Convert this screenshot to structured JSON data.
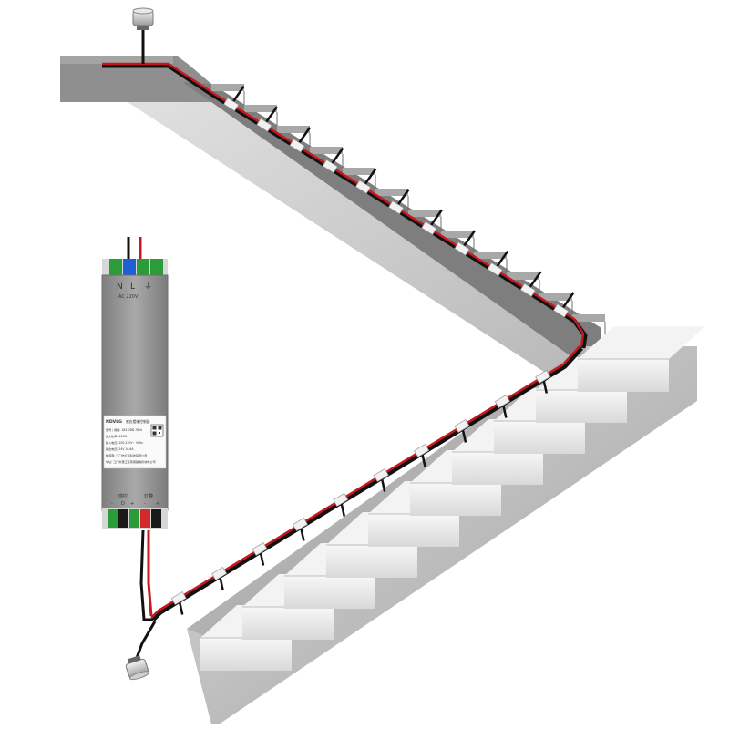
{
  "colors": {
    "wire_red": "#c8171e",
    "wire_black": "#111111",
    "stair_light": "#f2f2f2",
    "stair_mid": "#c9c9c9",
    "stair_dark": "#8c8c8c",
    "housing": "#9a9a9a",
    "terminal_blue": "#1f5fd6",
    "terminal_green": "#2a9d3a",
    "terminal_red": "#d4282b"
  },
  "controller": {
    "brand": "NDVLG",
    "label_title": "感应楼梯控制器",
    "label_lines": [
      "型号 / 规格: 183 DDB 76Hz",
      "最大功率: 400W",
      "输入电压: 100-220V~ 50Hz",
      "输出电压: 24V   16.6A",
      "制造商: 江门市灯具科技有限公司",
      "地址: 江门市蓬江区荷塘镇电机材料公司"
    ],
    "input_terminals": [
      "N",
      "L",
      "⏚"
    ],
    "input_caption": "AC 220V",
    "output_captions": [
      "感应",
      "灯带"
    ],
    "output_signs": [
      "-",
      "D",
      "+",
      "-",
      "+"
    ]
  },
  "icons": {
    "top_sensor": "sensor-icon",
    "bottom_sensor": "sensor-icon",
    "qr": "qr-code-icon"
  }
}
